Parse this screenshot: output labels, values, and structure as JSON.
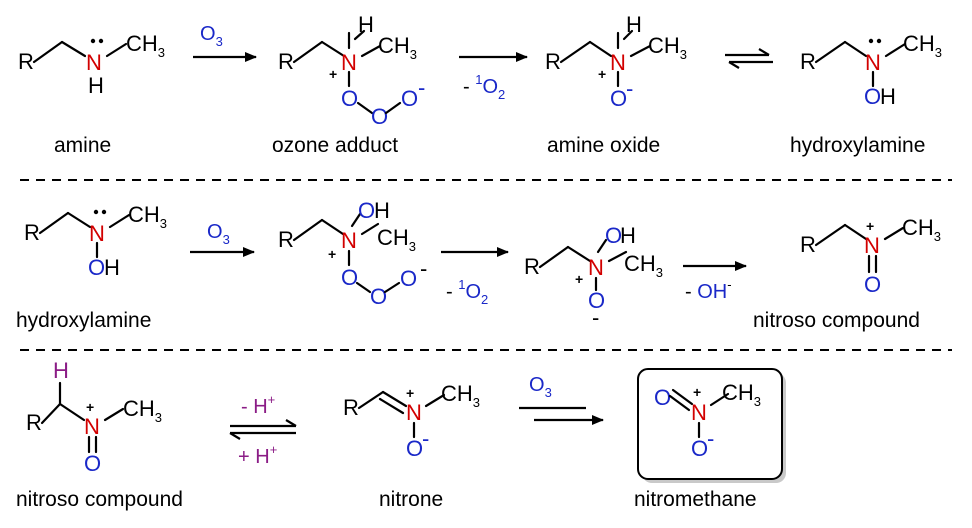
{
  "atoms": {
    "R": "R",
    "N": "N",
    "H": "H",
    "O": "O",
    "CH": "CH",
    "sub3": "3",
    "OH": "OH",
    "Ominus": "O",
    "minus": "-",
    "plus": "+"
  },
  "row1": {
    "labels": [
      "amine",
      "ozone adduct",
      "amine oxide",
      "hydroxylamine"
    ],
    "reagent_o3": "O",
    "reagent_o3_sub": "3",
    "loss_singlet_o2_prefix": "- ",
    "loss_singlet_o2_sup": "1",
    "loss_singlet_o2_main": "O",
    "loss_singlet_o2_sub": "2"
  },
  "row2": {
    "labels": [
      "hydroxylamine",
      "nitroso compound"
    ],
    "reagent_o3": "O",
    "reagent_o3_sub": "3",
    "loss_singlet_o2_prefix": "- ",
    "loss_singlet_o2_sup": "1",
    "loss_singlet_o2_main": "O",
    "loss_singlet_o2_sub": "2",
    "loss_hydroxide_prefix": "- ",
    "loss_hydroxide_main": "OH",
    "loss_hydroxide_sup": "-"
  },
  "row3": {
    "labels": [
      "nitroso compound",
      "nitrone",
      "nitromethane"
    ],
    "minus_h_prefix": "- H",
    "plus_h_prefix": "+ H",
    "proton_sup": "+",
    "reagent_o3": "O",
    "reagent_o3_sub": "3"
  },
  "colors": {
    "nitrogen": "#d20000",
    "oxygen_and_reagents": "#1a28c8",
    "proton": "#8b1c86",
    "bonds": "#000000"
  }
}
